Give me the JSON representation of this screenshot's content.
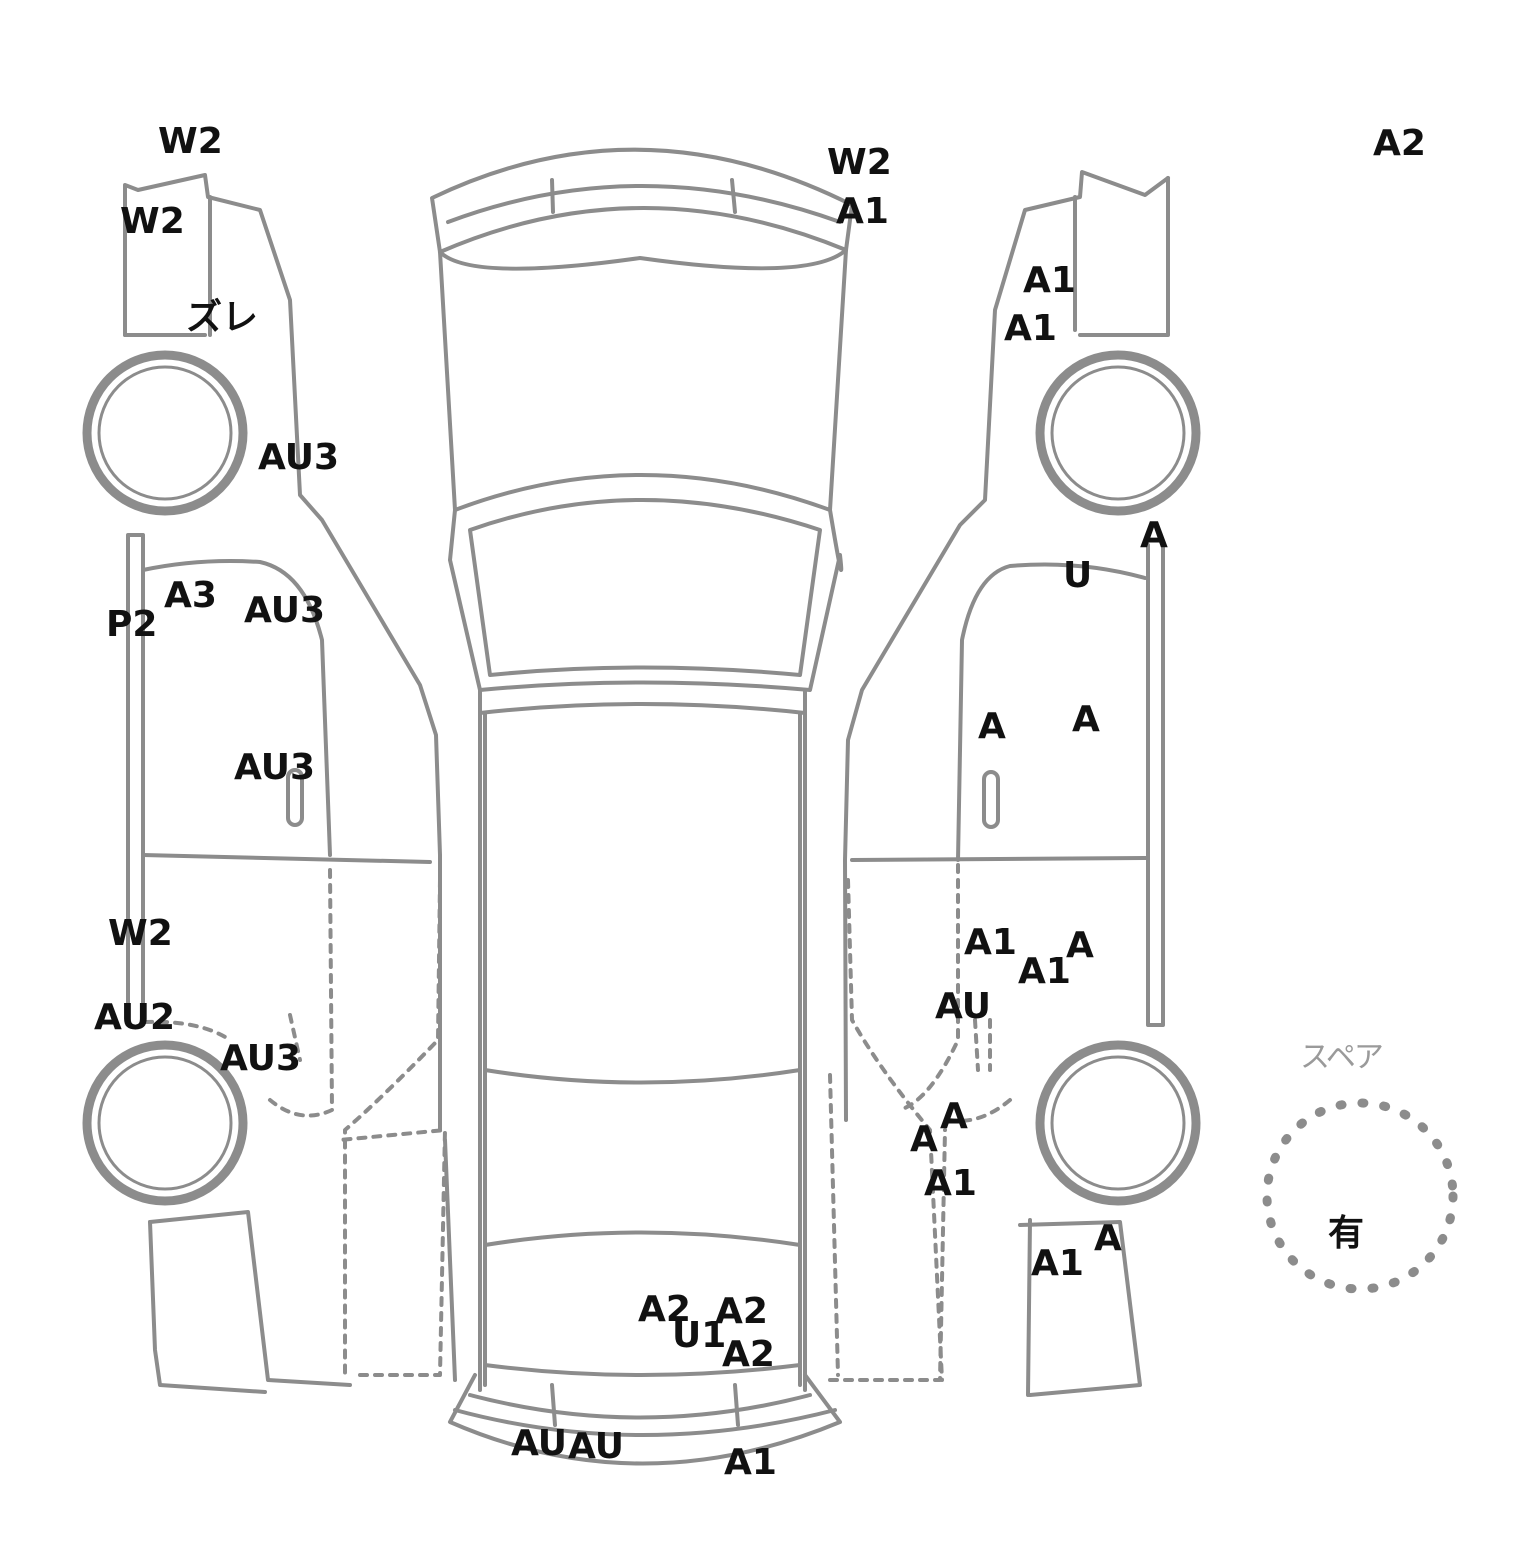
{
  "markers": [
    {
      "id": "lf-mirror-top",
      "code": "W2"
    },
    {
      "id": "lf-mirror",
      "code": "W2"
    },
    {
      "id": "lf-fender-gap",
      "code": "ズレ"
    },
    {
      "id": "lf-fender",
      "code": "AU3"
    },
    {
      "id": "l-pillar",
      "code": "P2"
    },
    {
      "id": "lf-door-top",
      "code": "A3"
    },
    {
      "id": "lf-door-upper",
      "code": "AU3"
    },
    {
      "id": "lf-door-handle",
      "code": "AU3"
    },
    {
      "id": "lr-door",
      "code": "W2"
    },
    {
      "id": "l-rocker",
      "code": "AU2"
    },
    {
      "id": "lr-fender",
      "code": "AU3"
    },
    {
      "id": "front-bumper",
      "code": "W2"
    },
    {
      "id": "front-bumper-2",
      "code": "A1"
    },
    {
      "id": "extra-a2",
      "code": "A2"
    },
    {
      "id": "rf-fender-1",
      "code": "A1"
    },
    {
      "id": "rf-fender-2",
      "code": "A1"
    },
    {
      "id": "r-pillar",
      "code": "A"
    },
    {
      "id": "rf-door-top",
      "code": "U"
    },
    {
      "id": "rf-door-1",
      "code": "A"
    },
    {
      "id": "rf-door-2",
      "code": "A"
    },
    {
      "id": "rr-door-1",
      "code": "A1"
    },
    {
      "id": "rr-door-2",
      "code": "A1"
    },
    {
      "id": "rr-door-3",
      "code": "A"
    },
    {
      "id": "rr-door-4",
      "code": "AU"
    },
    {
      "id": "rr-fender-1",
      "code": "A"
    },
    {
      "id": "rr-fender-2",
      "code": "A"
    },
    {
      "id": "rr-fender-3",
      "code": "A1"
    },
    {
      "id": "r-quarter-1",
      "code": "A1"
    },
    {
      "id": "r-quarter-2",
      "code": "A"
    },
    {
      "id": "trunk-1",
      "code": "A2"
    },
    {
      "id": "trunk-2",
      "code": "U1"
    },
    {
      "id": "trunk-3",
      "code": "A2"
    },
    {
      "id": "trunk-4",
      "code": "A2"
    },
    {
      "id": "rear-bumper-1",
      "code": "AU"
    },
    {
      "id": "rear-bumper-2",
      "code": "AU"
    },
    {
      "id": "rear-bumper-3",
      "code": "A1"
    }
  ],
  "spare": {
    "caption": "スペア",
    "value": "有"
  },
  "colors": {
    "outline": "#8c8c8c",
    "text": "#111111",
    "caption": "#9a9a9a"
  }
}
